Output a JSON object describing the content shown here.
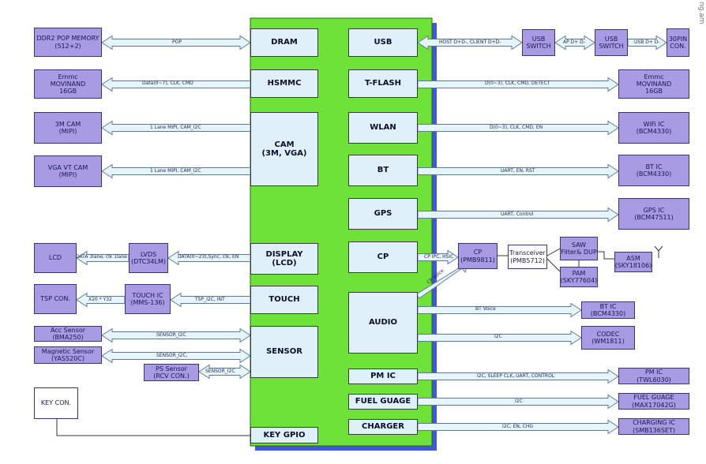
{
  "corner_text": "ng.am",
  "central_blocks": {
    "dram": "DRAM",
    "hsmmc": "HSMMC",
    "cam": "CAM\n(3M, VGA)",
    "display": "DISPLAY\n(LCD)",
    "touch": "TOUCH",
    "sensor": "SENSOR",
    "key_gpio": "KEY GPIO",
    "usb": "USB",
    "tflash": "T-FLASH",
    "wlan": "WLAN",
    "bt": "BT",
    "gps": "GPS",
    "cp": "CP",
    "audio": "AUDIO",
    "pmic": "PM IC",
    "fuel_gauge": "FUEL GUAGE",
    "charger": "CHARGER"
  },
  "left_components": {
    "ddr2": "DDR2 POP MEMORY\n(512+2)",
    "emmc_left": "Emmc\nMOVINAND\n16GB",
    "cam3m": "3M CAM\n(MIPI)",
    "vgacam": "VGA VT CAM\n(MIPI)",
    "lcd": "LCD",
    "lvds": "LVDS\n(DTC34LM)",
    "tsp": "TSP CON.",
    "touch_ic": "TOUCH IC\n(MMS-136)",
    "acc": "Acc Sensor\n(BMA250)",
    "mag": "Magnetic Sensor\n(YAS520C)",
    "ps": "PS Sensor\n(RCV CON.)",
    "keycon": "KEY CON."
  },
  "right_components": {
    "usb_switch_1": "USB\nSWITCH",
    "usb_switch_2": "USB\nSWITCH",
    "con30pin": "30PIN\nCON.",
    "emmc_right": "Emmc\nMOVINAND\n16GB",
    "wifi_ic": "WiFi IC\n(BCM4330)",
    "bt_ic": "BT IC\n(BCM4330)",
    "gps_ic": "GPS IC\n(BCM47511)",
    "cp_chip": "CP\n(PMB9811)",
    "transceiver": "Transceiver\n(PMB5712)",
    "saw": "SAW\nFilter& DUP",
    "pam": "PAM\n(SKY77604)",
    "asm": "ASM\n(SKY18106)",
    "bt_ic_audio": "BT IC\n(BCM4330)",
    "codec": "CODEC\n(WM1811)",
    "pm_ic": "PM IC\n(TWL6030)",
    "fuel_gauge_ic": "FUEL GUAGE\n(MAX17042G)",
    "charging_ic": "CHARGING IC\n(SMB136SET)"
  },
  "bus_labels": {
    "pop": "POP",
    "hsmmc_bus": "Data(0~7), CLK, CMD",
    "mipi_3m": "1 Lane MIPI, CAM_I2C",
    "mipi_vga": "1 Lane MIPI, CAM_I2C",
    "display_bus": "DATA(0~23),Sync, clk, EN",
    "lvds_lcd": "DATA 3lane, clk 1lane",
    "tsp_i2c": "TSP_I2C, INT",
    "x20y32": "X20 * Y32",
    "sensor_i2c_1": "SENSOR_I2C",
    "sensor_i2c_2": "SENSOR_I2C,",
    "sensor_i2c_3": "SENSOR_I2C",
    "usb_bus": "HOST D+D-, CLIENT D+D-",
    "ap_dd": "AP D+ D-",
    "usb_dd": "USB D+ D-",
    "tflash_bus": "D(0~3), CLK, CMD, DETECT",
    "wlan_bus": "D(0~3), CLK, CMD, EN",
    "bt_bus": "UART, EN, RST",
    "gps_bus": "UART, Control",
    "cp_bus": "CP IPC, HSIC",
    "cp_voice": "CP Voice",
    "bt_voice": "BT Voice",
    "codec_i2c": "I2C",
    "pmic_bus": "I2C, SLEEP CLK, UART, CONTROL",
    "fuel_i2c": "I2C",
    "charger_bus": "I2C, EN, CHG"
  },
  "colors": {
    "ap_green": "#6fe23a",
    "ap_shadow": "#3f57d8",
    "component_purple": "#a89ae3",
    "block_fill": "#dff0fb",
    "arrow_fill": "#e6f4fb",
    "arrow_stroke": "#5a7a96"
  }
}
